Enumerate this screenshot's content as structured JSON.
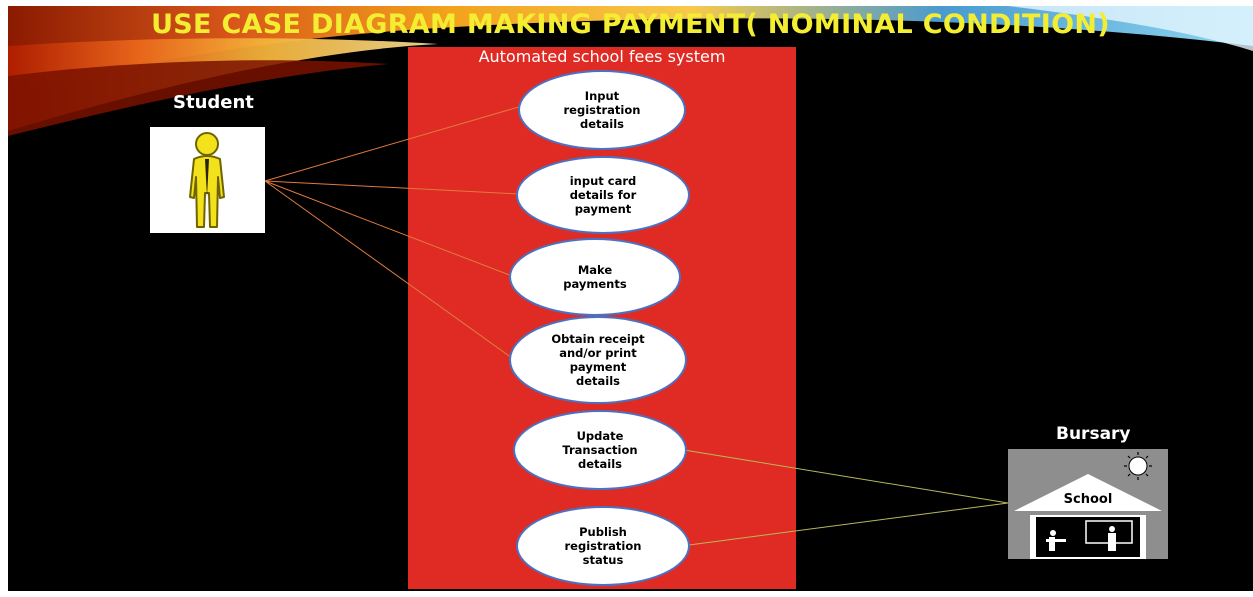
{
  "slide": {
    "title": "USE CASE DIAGRAM MAKING PAYMENT( NOMINAL CONDITION)"
  },
  "system": {
    "title": "Automated school fees system",
    "use_cases": [
      "Input\nregistration\ndetails",
      "input card\ndetails for\npayment",
      "Make\npayments",
      "Obtain receipt\nand/or print\npayment\ndetails",
      "Update\nTransaction\ndetails",
      "Publish\nregistration\nstatus"
    ]
  },
  "actors": {
    "student": {
      "label": "Student"
    },
    "bursary": {
      "label": "Bursary",
      "building_label": "School"
    }
  },
  "colors": {
    "system_fill": "#e02b25",
    "usecase_border": "#4a72c4",
    "student_lines": "#e07a3c",
    "bursary_lines": "#b7b85a",
    "title": "#f4ee33"
  }
}
